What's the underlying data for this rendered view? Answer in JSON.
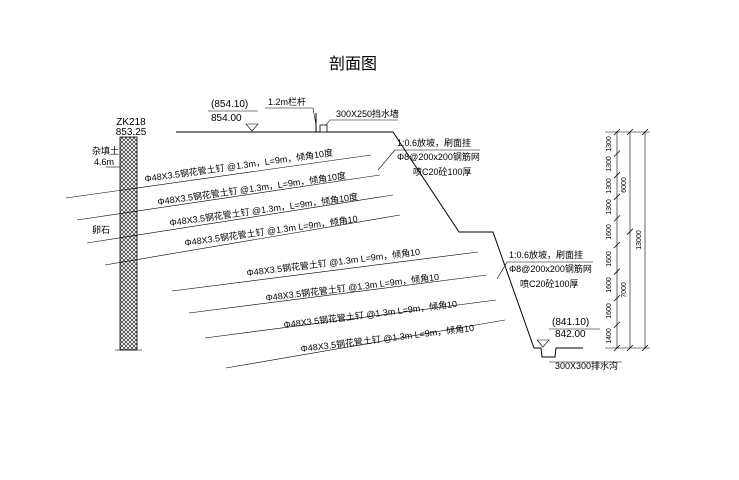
{
  "title": "剖面图",
  "borehole": {
    "id": "ZK218",
    "elevation": "853.25",
    "layer_top": "杂填土",
    "layer_top_depth": "4.6m",
    "layer_bottom": "卵石"
  },
  "top_elev": {
    "design": "(854.10)",
    "actual": "854.00"
  },
  "railing": "1.2m栏杆",
  "wall": "300X250挡水墙",
  "slope_upper": {
    "ratio": "1:0.6放坡，刷面挂",
    "mesh": "Φ8@200x200钢筋网",
    "spray": "喷C20砼100厚"
  },
  "slope_lower": {
    "ratio": "1:0.6放坡，刷面挂",
    "mesh": "Φ8@200x200钢筋网",
    "spray": "喷C20砼100厚"
  },
  "bottom_elev": {
    "design": "(841.10)",
    "actual": "842.00"
  },
  "ditch": "300X300排水沟",
  "nails": [
    "Φ48X3.5钢花管土钉 @1.3m，L=9m，倾角10度",
    "Φ48X3.5钢花管土钉 @1.3m，L=9m，倾角10度",
    "Φ48X3.5钢花管土钉 @1.3m，L=9m，倾角10度",
    "Φ48X3.5钢花管土钉 @1.3m   L=9m，倾角10",
    "Φ48X3.5钢花管土钉 @1.3m   L=9m，倾角10",
    "Φ48X3.5钢花管土钉 @1.3m   L=9m，倾角10",
    "Φ48X3.5钢花管土钉 @1.3m   L=9m，倾角10",
    "Φ48X3.5钢花管土钉 @1.3m   L=9m，倾角10"
  ],
  "dims": {
    "segments": [
      "1300",
      "1300",
      "1300",
      "1300",
      "1600",
      "1600",
      "1600",
      "1600",
      "1400"
    ],
    "group_upper": "6000",
    "group_lower": "7000",
    "total": "13000"
  }
}
